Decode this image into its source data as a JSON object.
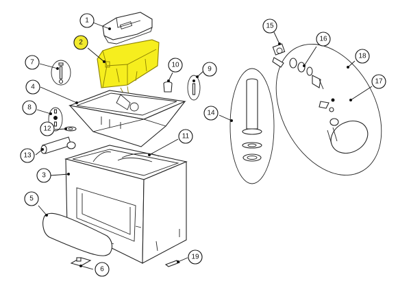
{
  "highlight_color": "#f2ea2e",
  "callouts": [
    {
      "label": "1"
    },
    {
      "label": "2",
      "highlighted": true
    },
    {
      "label": "3"
    },
    {
      "label": "4"
    },
    {
      "label": "5"
    },
    {
      "label": "6"
    },
    {
      "label": "7"
    },
    {
      "label": "8"
    },
    {
      "label": "9"
    },
    {
      "label": "10"
    },
    {
      "label": "11"
    },
    {
      "label": "12"
    },
    {
      "label": "13"
    },
    {
      "label": "14"
    },
    {
      "label": "15"
    },
    {
      "label": "16"
    },
    {
      "label": "17"
    },
    {
      "label": "18"
    },
    {
      "label": "19"
    }
  ]
}
